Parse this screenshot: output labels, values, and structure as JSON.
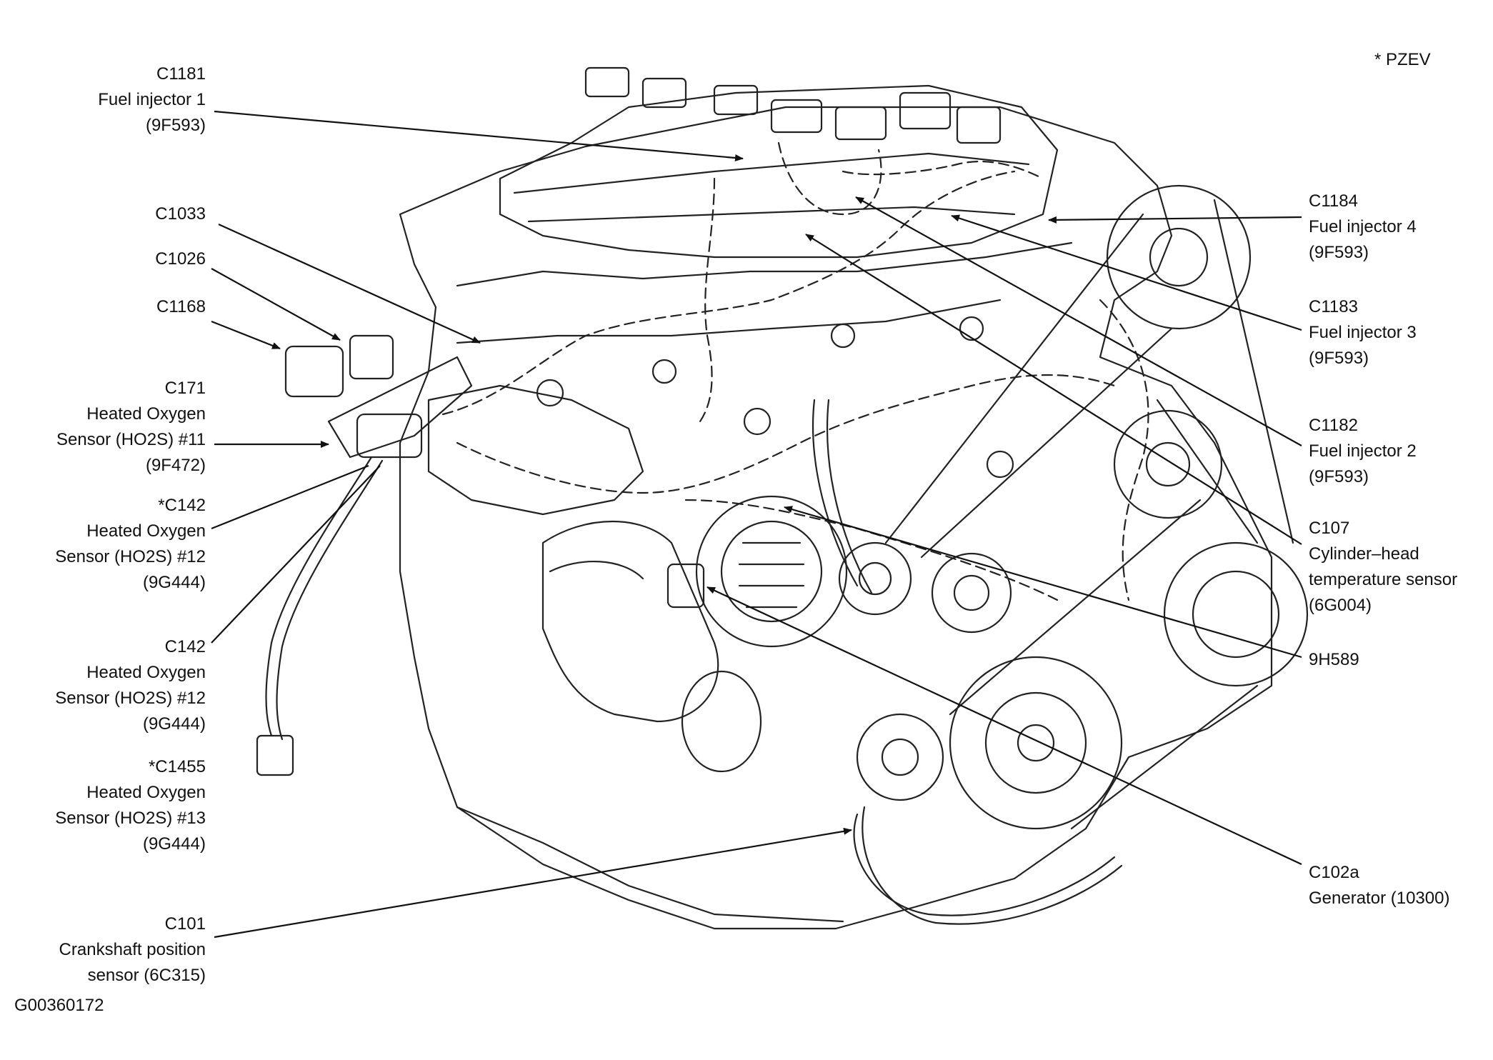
{
  "labels": {
    "c1181": [
      "C1181",
      "Fuel injector 1",
      "(9F593)"
    ],
    "c1033": [
      "C1033"
    ],
    "c1026": [
      "C1026"
    ],
    "c1168": [
      "C1168"
    ],
    "c171": [
      "C171",
      "Heated Oxygen",
      "Sensor (HO2S) #11",
      "(9F472)"
    ],
    "c142_pzev": [
      "*C142",
      "Heated Oxygen",
      "Sensor (HO2S) #12",
      "(9G444)"
    ],
    "c142": [
      "C142",
      "Heated Oxygen",
      "Sensor (HO2S) #12",
      "(9G444)"
    ],
    "c1455_pzev": [
      "*C1455",
      "Heated Oxygen",
      "Sensor (HO2S) #13",
      "(9G444)"
    ],
    "c101": [
      "C101",
      "Crankshaft position",
      "sensor (6C315)"
    ],
    "c1184": [
      "C1184",
      "Fuel injector 4",
      "(9F593)"
    ],
    "c1183": [
      "C1183",
      "Fuel injector 3",
      "(9F593)"
    ],
    "c1182": [
      "C1182",
      "Fuel injector 2",
      "(9F593)"
    ],
    "c107": [
      "C107",
      "Cylinder–head",
      "temperature sensor",
      "(6G004)"
    ],
    "h9h589": [
      "9H589"
    ],
    "c102a": [
      "C102a",
      "Generator (10300)"
    ],
    "figure_id": [
      "G00360172"
    ],
    "pzev_note": [
      "* PZEV"
    ]
  }
}
